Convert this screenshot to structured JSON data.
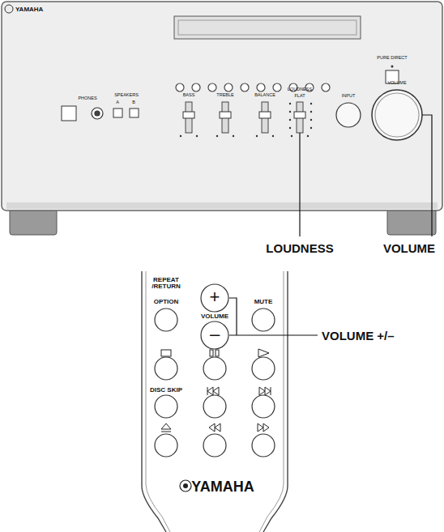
{
  "diagram": {
    "labels": [
      "YAMAHA",
      "PURE DIRECT",
      "PHONES",
      "SPEAKERS",
      "A",
      "B",
      "BASS",
      "TREBLE",
      "BALANCE",
      "LOUDNESS",
      "FLAT",
      "INPUT",
      "VOLUME",
      "LOUDNESS",
      "VOLUME",
      "REPEAT /RETURN",
      "OPTION",
      "VOLUME",
      "MUTE",
      "+",
      "–",
      "VOLUME +/–",
      "DISC SKIP",
      "YAMAHA"
    ]
  }
}
